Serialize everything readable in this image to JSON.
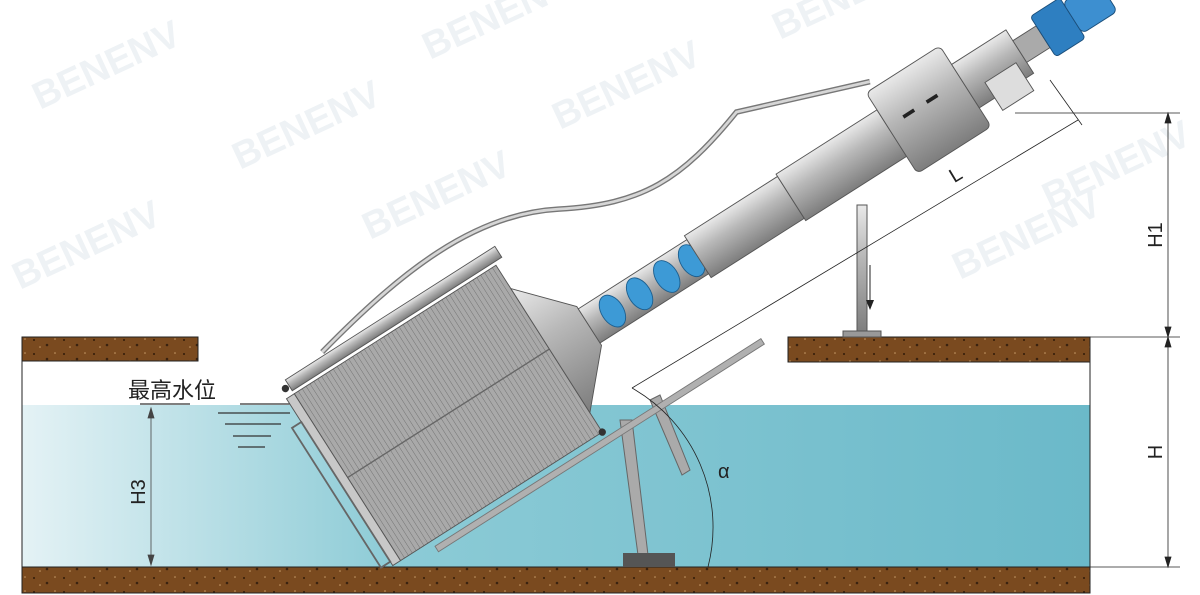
{
  "watermark": "BENENV",
  "labels": {
    "max_water_level": "最高水位",
    "h3": "H3",
    "alpha": "α",
    "l": "L",
    "h1": "H1",
    "h": "H"
  },
  "colors": {
    "water_top": "#a9dbe3",
    "water": "#6fbccb",
    "soil": "#7a4a1f",
    "steel": "#b9b9b9",
    "motor": "#2e7fc1",
    "screw": "#3d9ad6"
  }
}
